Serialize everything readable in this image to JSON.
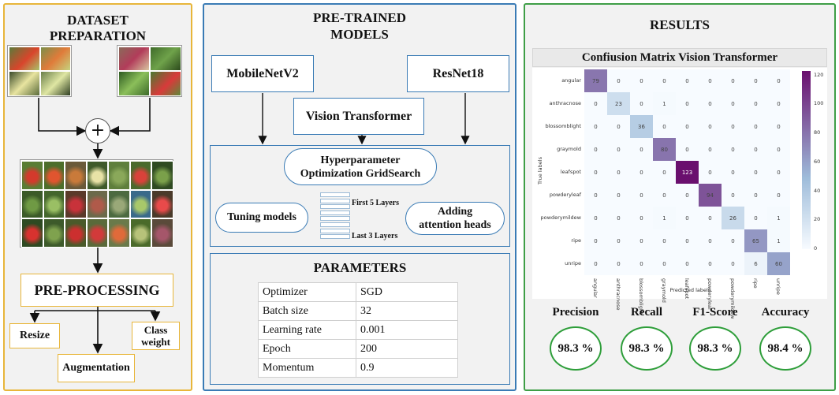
{
  "colors": {
    "dataset_border": "#e8b63a",
    "models_border": "#3a7bb5",
    "results_border": "#3e9e46",
    "metric_circle": "#2e9e3a",
    "heatmap_low": "#f7fbff",
    "heatmap_high": "#6a0f6e"
  },
  "dataset": {
    "title_line1": "DATASET",
    "title_line2": "PREPARATION",
    "plus_symbol": "+",
    "preprocessing": "PRE-PROCESSING",
    "resize": "Resize",
    "augmentation": "Augmentation",
    "class_weight_line1": "Class",
    "class_weight_line2": "weight"
  },
  "models": {
    "title_line1": "PRE-TRAINED",
    "title_line2": "MODELS",
    "mobilenet": "MobileNetV2",
    "resnet": "ResNet18",
    "vit": "Vision Transformer",
    "hyper_line1": "Hyperparameter",
    "hyper_line2": "Optimization GridSearch",
    "tuning": "Tuning models",
    "first_layers": "First 5 Layers",
    "last_layers": "Last 3 Layers",
    "attention_line1": "Adding",
    "attention_line2": "attention heads"
  },
  "parameters": {
    "title": "PARAMETERS",
    "rows": [
      {
        "name": "Optimizer",
        "value": "SGD"
      },
      {
        "name": "Batch size",
        "value": "32"
      },
      {
        "name": "Learning rate",
        "value": "0.001"
      },
      {
        "name": "Epoch",
        "value": "200"
      },
      {
        "name": "Momentum",
        "value": "0.9"
      }
    ]
  },
  "results": {
    "title": "RESULTS",
    "metrics": [
      {
        "label": "Precision",
        "value": "98.3 %"
      },
      {
        "label": "Recall",
        "value": "98.3 %"
      },
      {
        "label": "F1-Score",
        "value": "98.3 %"
      },
      {
        "label": "Accuracy",
        "value": "98.4 %"
      }
    ]
  },
  "chart_data": {
    "type": "heatmap",
    "title": "Confiusion Matrix Vision Transformer",
    "xlabel": "Predicted labels",
    "ylabel": "True labels",
    "labels": [
      "angular",
      "anthracnose",
      "blossomblight",
      "graymold",
      "leafspot",
      "powderyleaf",
      "powderymildew",
      "ripe",
      "unripe"
    ],
    "matrix": [
      [
        79,
        0,
        0,
        0,
        0,
        0,
        0,
        0,
        0
      ],
      [
        0,
        23,
        0,
        1,
        0,
        0,
        0,
        0,
        0
      ],
      [
        0,
        0,
        36,
        0,
        0,
        0,
        0,
        0,
        0
      ],
      [
        0,
        0,
        0,
        80,
        0,
        0,
        0,
        0,
        0
      ],
      [
        0,
        0,
        0,
        0,
        123,
        0,
        0,
        0,
        0
      ],
      [
        0,
        0,
        0,
        0,
        0,
        94,
        0,
        0,
        0
      ],
      [
        0,
        0,
        0,
        1,
        0,
        0,
        26,
        0,
        1
      ],
      [
        0,
        0,
        0,
        0,
        0,
        0,
        0,
        65,
        1
      ],
      [
        0,
        0,
        0,
        0,
        0,
        0,
        0,
        6,
        60
      ]
    ],
    "colorbar_ticks": [
      0,
      20,
      40,
      60,
      80,
      100,
      120
    ],
    "vmin": 0,
    "vmax": 123
  }
}
